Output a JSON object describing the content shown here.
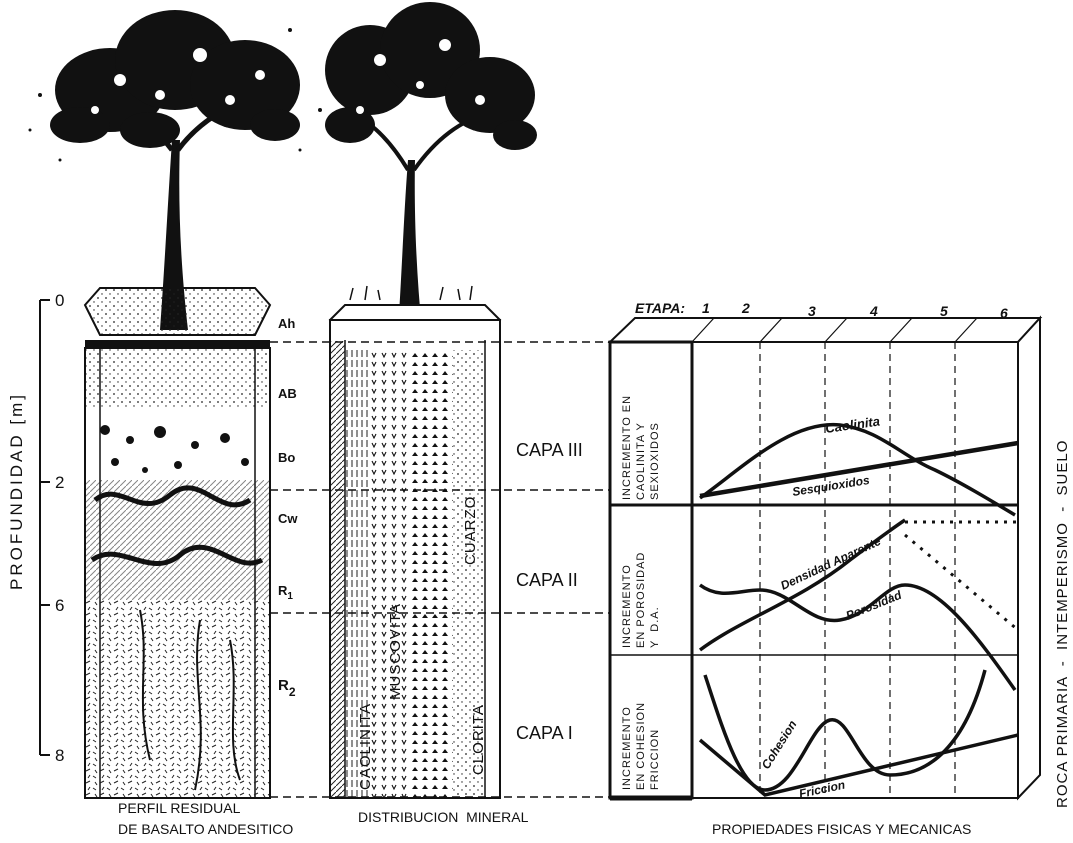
{
  "depth_axis": {
    "title": "PROFUNDIDAD [m]",
    "ticks": [
      "0",
      "2",
      "6",
      "8"
    ]
  },
  "soil_profile": {
    "caption_line1": "PERFIL RESIDUAL",
    "caption_line2": "DE BASALTO ANDESITICO",
    "horizons": [
      "Ah",
      "AB",
      "Bo",
      "Cw",
      "R",
      "R"
    ],
    "horizon_subscripts": [
      "1",
      "2"
    ]
  },
  "mineral_column": {
    "caption": "DISTRIBUCION  MINERAL",
    "minerals": [
      "CAOLINITA",
      "MUSCOVITA",
      "CLORITA",
      "CUARZO"
    ]
  },
  "layers": [
    "CAPA III",
    "CAPA II",
    "CAPA I"
  ],
  "properties_chart": {
    "stage_label": "ETAPA:",
    "stages": [
      "1",
      "2",
      "3",
      "4",
      "5",
      "6"
    ],
    "caption": "PROPIEDADES FISICAS Y MECANICAS",
    "row_labels": [
      [
        "INCREMENTO EN",
        "CAOLINITA Y",
        "SEXIOXIDOS"
      ],
      [
        "INCREMENTO",
        "EN POROSIDAD",
        "Y  D.A."
      ],
      [
        "INCREMENTO",
        "EN COHESION",
        "FRICCION"
      ]
    ],
    "curve_labels": [
      "Caolinita",
      "Sesquioxidos",
      "Densidad Aparente",
      "Porosidad",
      "Cohesion",
      "Friccion"
    ]
  },
  "right_axis": {
    "title": "ROCA PRIMARIA  -  INTEMPERISMO  -  SUELO"
  }
}
